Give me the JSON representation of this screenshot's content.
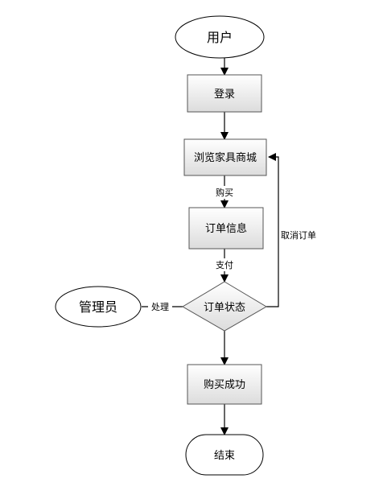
{
  "nodes": {
    "user": "用户",
    "login": "登录",
    "browse": "浏览家具商城",
    "order_info": "订单信息",
    "order_status": "订单状态",
    "success": "购买成功",
    "end": "结束",
    "admin": "管理员"
  },
  "edges": {
    "buy": "购买",
    "pay": "支付",
    "cancel": "取消订单",
    "handle": "处理"
  }
}
